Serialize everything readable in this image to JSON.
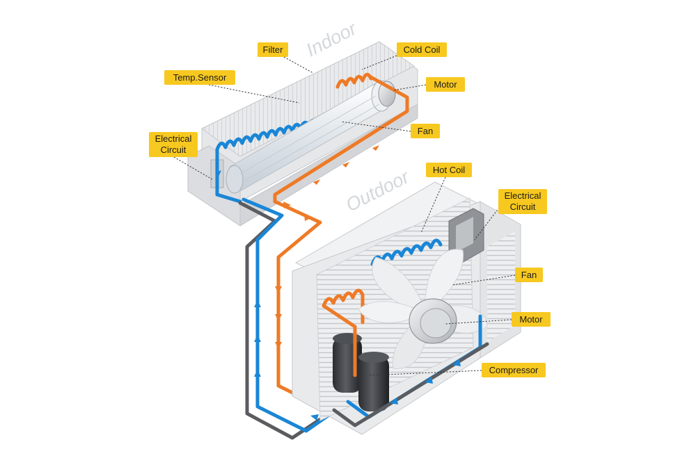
{
  "units": {
    "indoor": {
      "title": "Indoor"
    },
    "outdoor": {
      "title": "Outdoor"
    }
  },
  "labels": {
    "filter": "Filter",
    "cold_coil": "Cold Coil",
    "temp_sensor": "Temp.Sensor",
    "indoor_motor": "Motor",
    "indoor_fan": "Fan",
    "indoor_electrical_line1": "Electrical",
    "indoor_electrical_line2": "Circuit",
    "hot_coil": "Hot Coil",
    "outdoor_electrical_line1": "Electrical",
    "outdoor_electrical_line2": "Circuit",
    "outdoor_fan": "Fan",
    "outdoor_motor": "Motor",
    "compressor": "Compressor"
  },
  "colors": {
    "label_fill": "#f7c81f",
    "cold_pipe": "#1a86d6",
    "hot_pipe": "#ee7a26",
    "return_pipe": "#5a5c60",
    "casing": "#e6e7e9"
  }
}
